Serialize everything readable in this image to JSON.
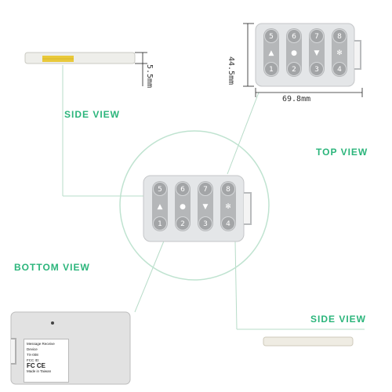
{
  "labels": {
    "side_view_1": "SIDE VIEW",
    "top_view": "TOP VIEW",
    "bottom_view": "BOTTOM VIEW",
    "side_view_2": "SIDE  VIEW"
  },
  "dimensions": {
    "height": "44.5mm",
    "width": "69.8mm",
    "thickness": "5.5mm"
  },
  "keys": {
    "top_row": [
      "5",
      "6",
      "7",
      "8"
    ],
    "bottom_row": [
      "1",
      "2",
      "3",
      "4"
    ],
    "symbols": [
      "▲",
      "●",
      "▼",
      "✻"
    ]
  },
  "device_label": {
    "line1": "Message Receive Device",
    "line2": "TX-008",
    "line3": "FCC ID:",
    "marks": "FC  CE",
    "line5": "Made in Taiwan"
  },
  "colors": {
    "accent_green": "#2bb57b",
    "device_body": "#e4e4e4",
    "key_gray": "#a9abad",
    "connector_yellow": "#e9c93a"
  }
}
